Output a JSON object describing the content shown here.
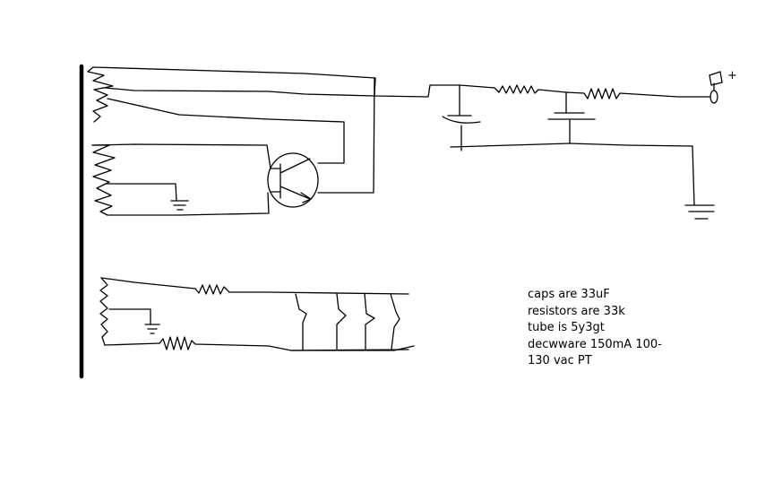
{
  "notes": [
    "caps are 33uF",
    "resistors are 33k",
    "tube is 5y3gt",
    "decwware 150mA 100-",
    "130 vac PT"
  ],
  "output_terminal_label": "+"
}
